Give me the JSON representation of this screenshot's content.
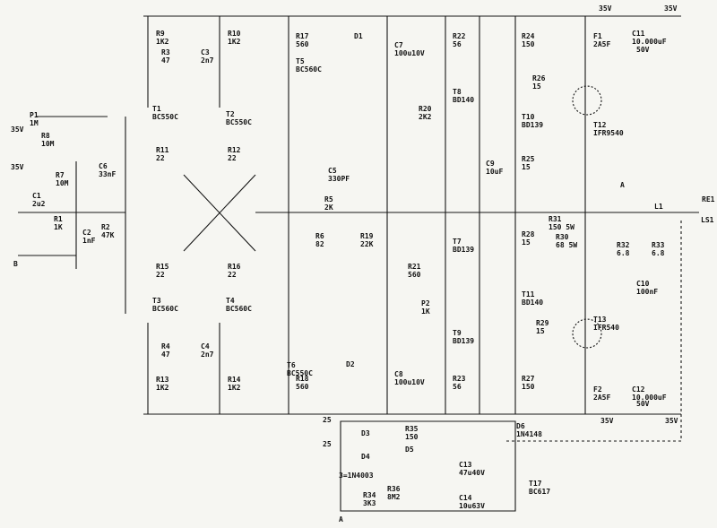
{
  "labels": [
    {
      "id": "p1",
      "name": "P1",
      "value": "1M"
    },
    {
      "id": "r8",
      "name": "R8",
      "value": "10M"
    },
    {
      "id": "v35_in_top",
      "name": "35V",
      "value": ""
    },
    {
      "id": "v35_in_bot",
      "name": "35V",
      "value": ""
    },
    {
      "id": "r7",
      "name": "R7",
      "value": "10M"
    },
    {
      "id": "c6",
      "name": "C6",
      "value": "33nF"
    },
    {
      "id": "c1",
      "name": "C1",
      "value": "2u2"
    },
    {
      "id": "r1",
      "name": "R1",
      "value": "1K"
    },
    {
      "id": "c2",
      "name": "C2",
      "value": "1nF"
    },
    {
      "id": "r2",
      "name": "R2",
      "value": "47K"
    },
    {
      "id": "r9",
      "name": "R9",
      "value": "1K2"
    },
    {
      "id": "r10",
      "name": "R10",
      "value": "1K2"
    },
    {
      "id": "r3",
      "name": "R3",
      "value": "47"
    },
    {
      "id": "c3",
      "name": "C3",
      "value": "2n7"
    },
    {
      "id": "t1",
      "name": "T1",
      "value": "BC550C"
    },
    {
      "id": "t2",
      "name": "T2",
      "value": "BC550C"
    },
    {
      "id": "r11",
      "name": "R11",
      "value": "22"
    },
    {
      "id": "r12",
      "name": "R12",
      "value": "22"
    },
    {
      "id": "r15",
      "name": "R15",
      "value": "22"
    },
    {
      "id": "r16",
      "name": "R16",
      "value": "22"
    },
    {
      "id": "t3",
      "name": "T3",
      "value": "BC560C"
    },
    {
      "id": "t4",
      "name": "T4",
      "value": "BC560C"
    },
    {
      "id": "r4",
      "name": "R4",
      "value": "47"
    },
    {
      "id": "c4",
      "name": "C4",
      "value": "2n7"
    },
    {
      "id": "r13",
      "name": "R13",
      "value": "1K2"
    },
    {
      "id": "r14",
      "name": "R14",
      "value": "1K2"
    },
    {
      "id": "r17",
      "name": "R17",
      "value": "560"
    },
    {
      "id": "t5",
      "name": "T5",
      "value": "BC560C"
    },
    {
      "id": "d1",
      "name": "D1",
      "value": ""
    },
    {
      "id": "c7",
      "name": "C7",
      "value": "100u10V"
    },
    {
      "id": "c5",
      "name": "C5",
      "value": "330PF"
    },
    {
      "id": "r5",
      "name": "R5",
      "value": "2K"
    },
    {
      "id": "r6",
      "name": "R6",
      "value": "82"
    },
    {
      "id": "r19",
      "name": "R19",
      "value": "22K"
    },
    {
      "id": "t6",
      "name": "T6",
      "value": "BC550C"
    },
    {
      "id": "r18",
      "name": "R18",
      "value": "560"
    },
    {
      "id": "d2",
      "name": "D2",
      "value": ""
    },
    {
      "id": "c8",
      "name": "C8",
      "value": "100u10V"
    },
    {
      "id": "r22",
      "name": "R22",
      "value": "56"
    },
    {
      "id": "t8",
      "name": "T8",
      "value": "BD140"
    },
    {
      "id": "r20",
      "name": "R20",
      "value": "2K2"
    },
    {
      "id": "c9",
      "name": "C9",
      "value": "10uF"
    },
    {
      "id": "t7",
      "name": "T7",
      "value": "BD139"
    },
    {
      "id": "r21",
      "name": "R21",
      "value": "560"
    },
    {
      "id": "p2",
      "name": "P2",
      "value": "1K"
    },
    {
      "id": "t9",
      "name": "T9",
      "value": "BD139"
    },
    {
      "id": "r23",
      "name": "R23",
      "value": "56"
    },
    {
      "id": "r24",
      "name": "R24",
      "value": "150"
    },
    {
      "id": "r26",
      "name": "R26",
      "value": "15"
    },
    {
      "id": "t10",
      "name": "T10",
      "value": "BD139"
    },
    {
      "id": "r25",
      "name": "R25",
      "value": "15"
    },
    {
      "id": "r28",
      "name": "R28",
      "value": "15"
    },
    {
      "id": "r30",
      "name": "R30",
      "value": "68 5W"
    },
    {
      "id": "r31",
      "name": "R31",
      "value": "150 5W"
    },
    {
      "id": "t11",
      "name": "T11",
      "value": "BD140"
    },
    {
      "id": "r29",
      "name": "R29",
      "value": "15"
    },
    {
      "id": "r27",
      "name": "R27",
      "value": "150"
    },
    {
      "id": "f1",
      "name": "F1",
      "value": "2A5F"
    },
    {
      "id": "c11",
      "name": "C11",
      "value": "10.000uF"
    },
    {
      "id": "c11v",
      "name": "50V",
      "value": ""
    },
    {
      "id": "t12",
      "name": "T12",
      "value": "IFR9540"
    },
    {
      "id": "t13",
      "name": "T13",
      "value": "IFR540"
    },
    {
      "id": "f2",
      "name": "F2",
      "value": "2A5F"
    },
    {
      "id": "c12",
      "name": "C12",
      "value": "10.000uF"
    },
    {
      "id": "c12v",
      "name": "50V",
      "value": ""
    },
    {
      "id": "r32",
      "name": "R32",
      "value": "6.8"
    },
    {
      "id": "r33",
      "name": "R33",
      "value": "6.8"
    },
    {
      "id": "c10",
      "name": "C10",
      "value": "100nF"
    },
    {
      "id": "l1",
      "name": "L1",
      "value": ""
    },
    {
      "id": "re1",
      "name": "RE1",
      "value": ""
    },
    {
      "id": "ls1",
      "name": "LS1",
      "value": ""
    },
    {
      "id": "v35_top_a",
      "name": "35V",
      "value": ""
    },
    {
      "id": "v35_top_b",
      "name": "35V",
      "value": ""
    },
    {
      "id": "v35_bot_a",
      "name": "35V",
      "value": ""
    },
    {
      "id": "v35_bot_b",
      "name": "35V",
      "value": ""
    },
    {
      "id": "a_out",
      "name": "A",
      "value": ""
    },
    {
      "id": "v25_a",
      "name": "25",
      "value": ""
    },
    {
      "id": "v25_b",
      "name": "25",
      "value": ""
    },
    {
      "id": "d3",
      "name": "D3",
      "value": ""
    },
    {
      "id": "d4",
      "name": "D4",
      "value": ""
    },
    {
      "id": "r35",
      "name": "R35",
      "value": "150"
    },
    {
      "id": "d5",
      "name": "D5",
      "value": ""
    },
    {
      "id": "dnote",
      "name": "3=1N4003",
      "value": ""
    },
    {
      "id": "r36",
      "name": "R36",
      "value": "8M2"
    },
    {
      "id": "r34",
      "name": "R34",
      "value": "3K3"
    },
    {
      "id": "c13",
      "name": "C13",
      "value": "47u40V"
    },
    {
      "id": "c14",
      "name": "C14",
      "value": "10u63V"
    },
    {
      "id": "d6",
      "name": "D6",
      "value": "1N4148"
    },
    {
      "id": "t17",
      "name": "T17",
      "value": "BC617"
    },
    {
      "id": "in_b",
      "name": "B",
      "value": ""
    },
    {
      "id": "a_bot",
      "name": "A",
      "value": ""
    }
  ]
}
